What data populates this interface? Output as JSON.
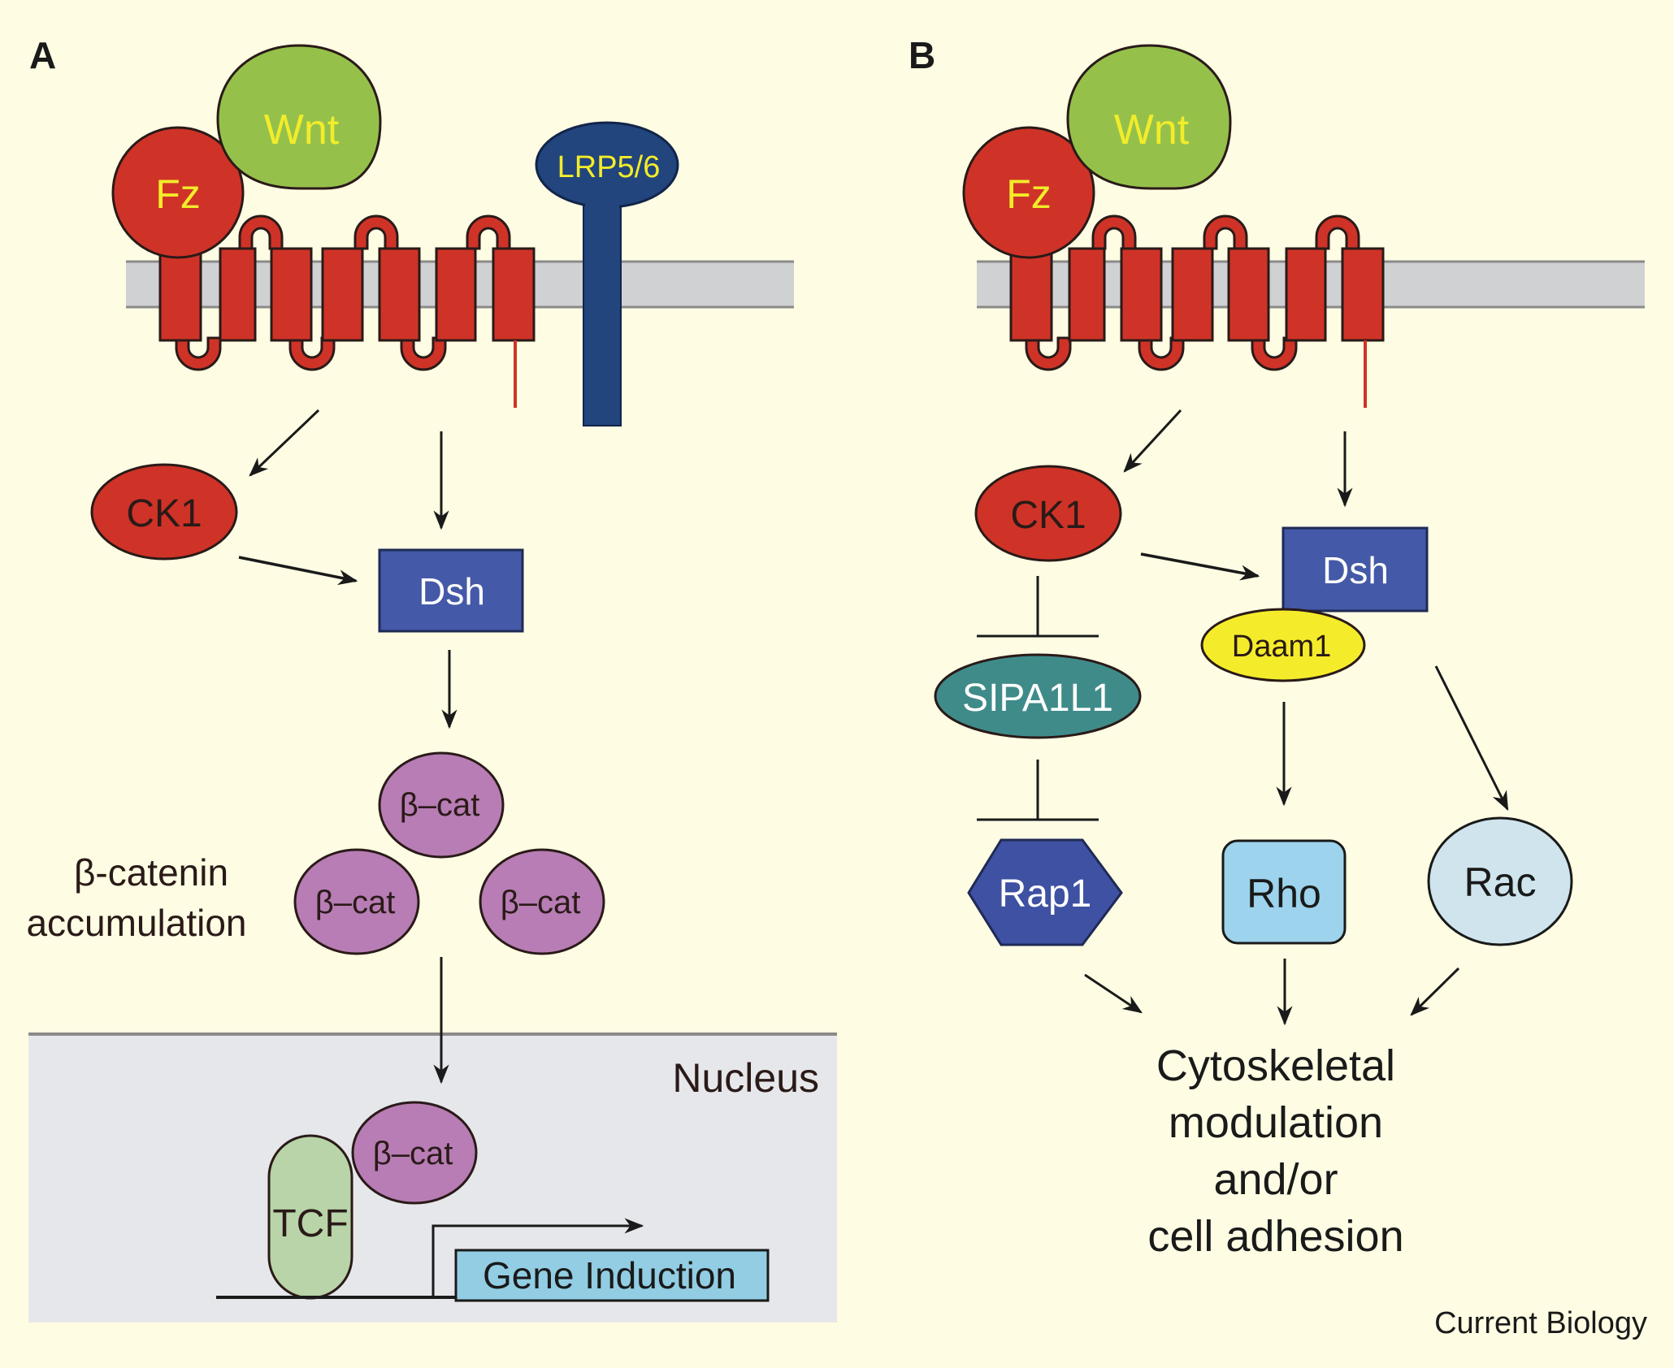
{
  "figure": {
    "credit": "Current Biology",
    "colors": {
      "background": "#fefde3",
      "membrane": "#d0d1d3",
      "membrane_edge": "#8a8a8a",
      "frizzled": "#cf3327",
      "wnt": "#95c14b",
      "label_yellow": "#f2ec2a",
      "lrp": "#21457c",
      "dsh": "#4459a7",
      "beta_cat": "#b77db4",
      "nucleus": "#e6e7ea",
      "tcf": "#b8d4a8",
      "gene": "#92cde3",
      "sipa": "#3f8b8a",
      "daam": "#f4ec2a",
      "rap1": "#3e51a2",
      "rho": "#9dd3ec",
      "rac": "#cfe4ed"
    }
  },
  "panel_a": {
    "label": "A",
    "wnt": "Wnt",
    "fz": "Fz",
    "lrp": "LRP5/6",
    "ck1": "CK1",
    "dsh": "Dsh",
    "beta_cat_items": [
      "β–cat",
      "β–cat",
      "β–cat"
    ],
    "accumulation_line1": "β-catenin",
    "accumulation_line2": "accumulation",
    "nucleus_label": "Nucleus",
    "nuclear_beta_cat": "β–cat",
    "tcf": "TCF",
    "gene_induction": "Gene Induction"
  },
  "panel_b": {
    "label": "B",
    "wnt": "Wnt",
    "fz": "Fz",
    "ck1": "CK1",
    "dsh": "Dsh",
    "daam1": "Daam1",
    "sipa1l1": "SIPA1L1",
    "rap1": "Rap1",
    "rho": "Rho",
    "rac": "Rac",
    "outcome_line1": "Cytoskeletal",
    "outcome_line2": "modulation",
    "outcome_line3": "and/or",
    "outcome_line4": "cell adhesion"
  }
}
